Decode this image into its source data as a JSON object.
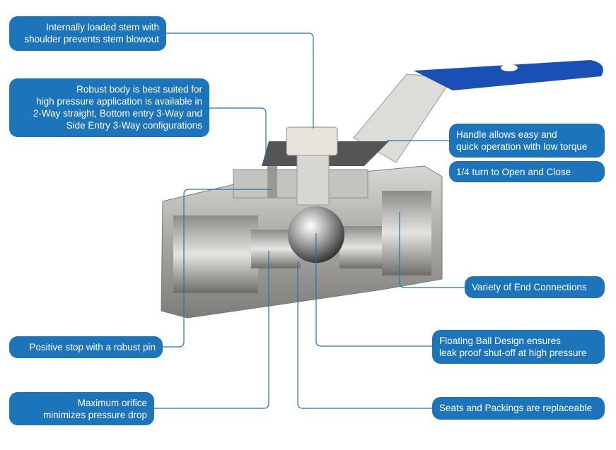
{
  "callouts": {
    "stem": "Internally loaded stem with\nshoulder prevents stem blowout",
    "body": "Robust body is best suited for\nhigh pressure application is available in\n2-Way straight, Bottom entry 3-Way and\nSide Entry 3-Way configurations",
    "handle": "Handle allows easy and\nquick operation with low torque",
    "turn": "1/4 turn to Open and Close",
    "ends": "Variety of End Connections",
    "ball": "Floating Ball Design ensures\nleak proof shut-off at high pressure",
    "seats": "Seats and Packings are replaceable",
    "pin": "Positive stop with a robust pin",
    "orifice": "Maximum orifice\nminimizes pressure drop"
  },
  "colors": {
    "callout": "#1c74bb",
    "handle": "#1a4fb5",
    "metal": "#b8b6b2"
  }
}
